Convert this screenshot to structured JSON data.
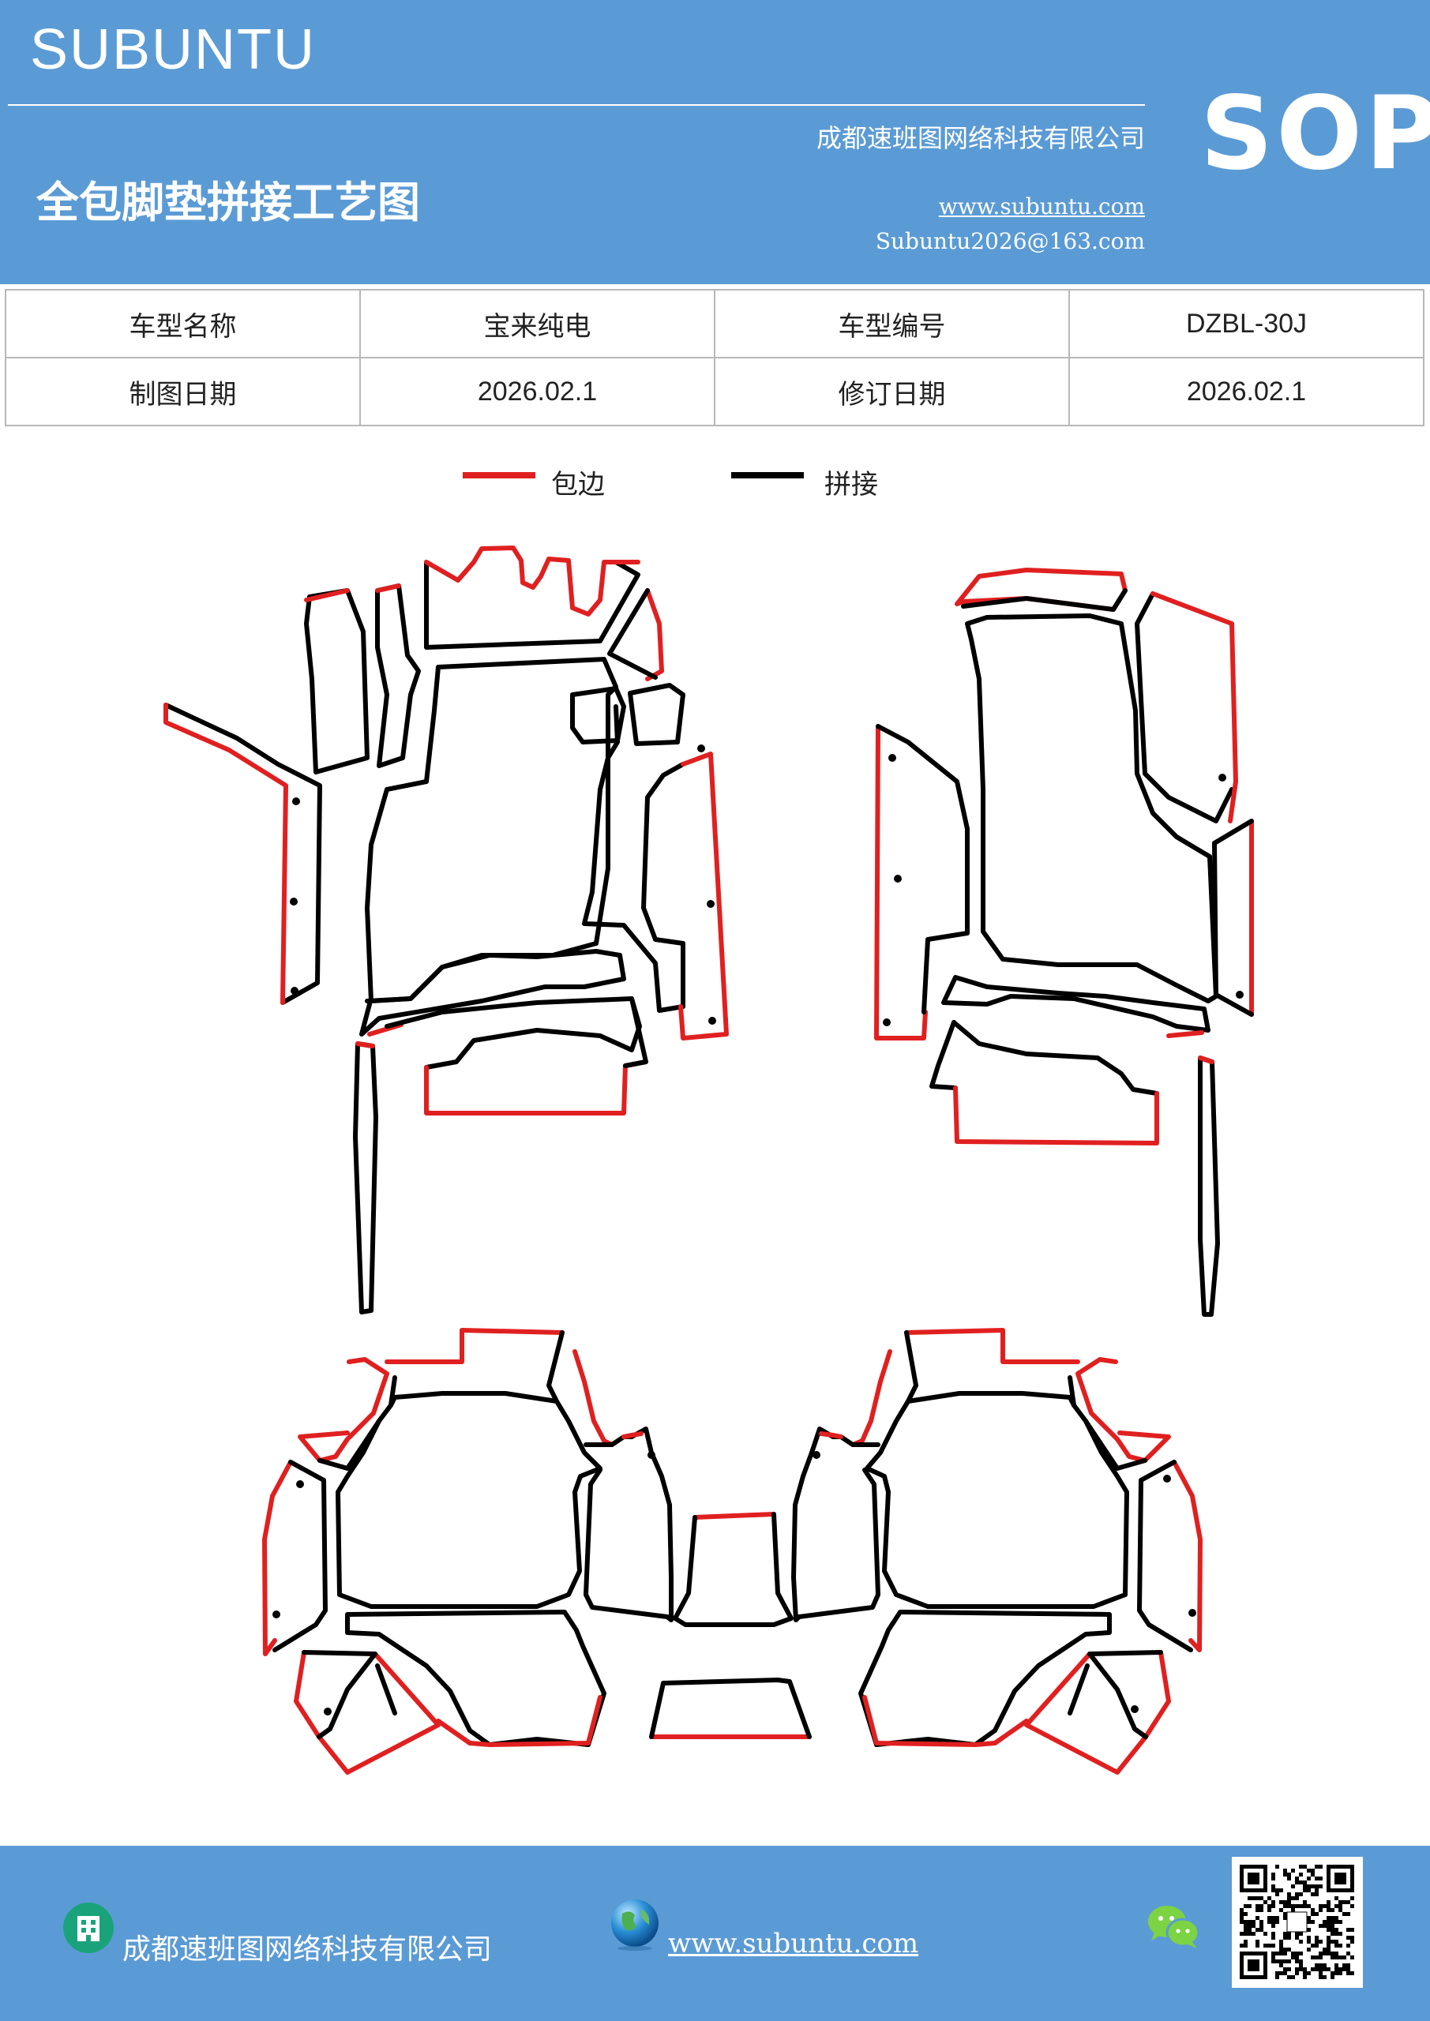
{
  "header": {
    "brand": "SUBUNTU",
    "company": "成都速班图网络科技有限公司",
    "title": "全包脚垫拼接工艺图",
    "website": "www.subuntu.com",
    "email": "Subuntu2026@163.com",
    "badge": "SOP"
  },
  "info_table": {
    "rows": [
      {
        "label1": "车型名称",
        "value1": "宝来纯电",
        "label2": "车型编号",
        "value2": "DZBL-30J"
      },
      {
        "label1": "制图日期",
        "value1": "2026.02.1",
        "label2": "修订日期",
        "value2": "2026.02.1"
      }
    ]
  },
  "legend": {
    "items": [
      {
        "label": "包边",
        "color": "#e02020"
      },
      {
        "label": "拼接",
        "color": "#000000"
      }
    ]
  },
  "footer": {
    "company": "成都速班图网络科技有限公司",
    "website": "www.subuntu.com",
    "icons": [
      "building-icon",
      "globe-icon",
      "wechat-icon",
      "qr-code"
    ]
  },
  "colors": {
    "header_bg": "#5b9bd5",
    "edge_binding": "#e02020",
    "seam": "#000000"
  }
}
